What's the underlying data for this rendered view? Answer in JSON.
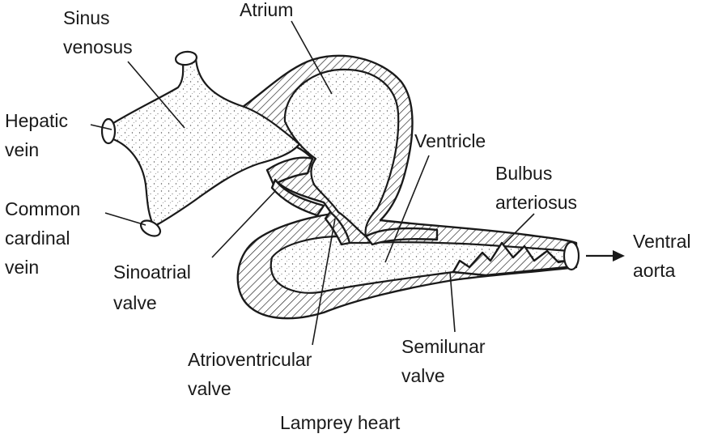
{
  "figure": {
    "caption": "Lamprey heart",
    "labels": {
      "sinus_venosus": [
        "Sinus",
        "venosus"
      ],
      "atrium": [
        "Atrium"
      ],
      "hepatic_vein": [
        "Hepatic",
        "vein"
      ],
      "ventricle": [
        "Ventricle"
      ],
      "bulbus_arteriosus": [
        "Bulbus",
        "arteriosus"
      ],
      "common_cardinal_vein": [
        "Common",
        "cardinal",
        "vein"
      ],
      "ventral_aorta": [
        "Ventral",
        "aorta"
      ],
      "sinoatrial_valve": [
        "Sinoatrial",
        "valve"
      ],
      "semilunar_valve": [
        "Semilunar",
        "valve"
      ],
      "atrioventricular_valve": [
        "Atrioventricular",
        "valve"
      ]
    }
  }
}
